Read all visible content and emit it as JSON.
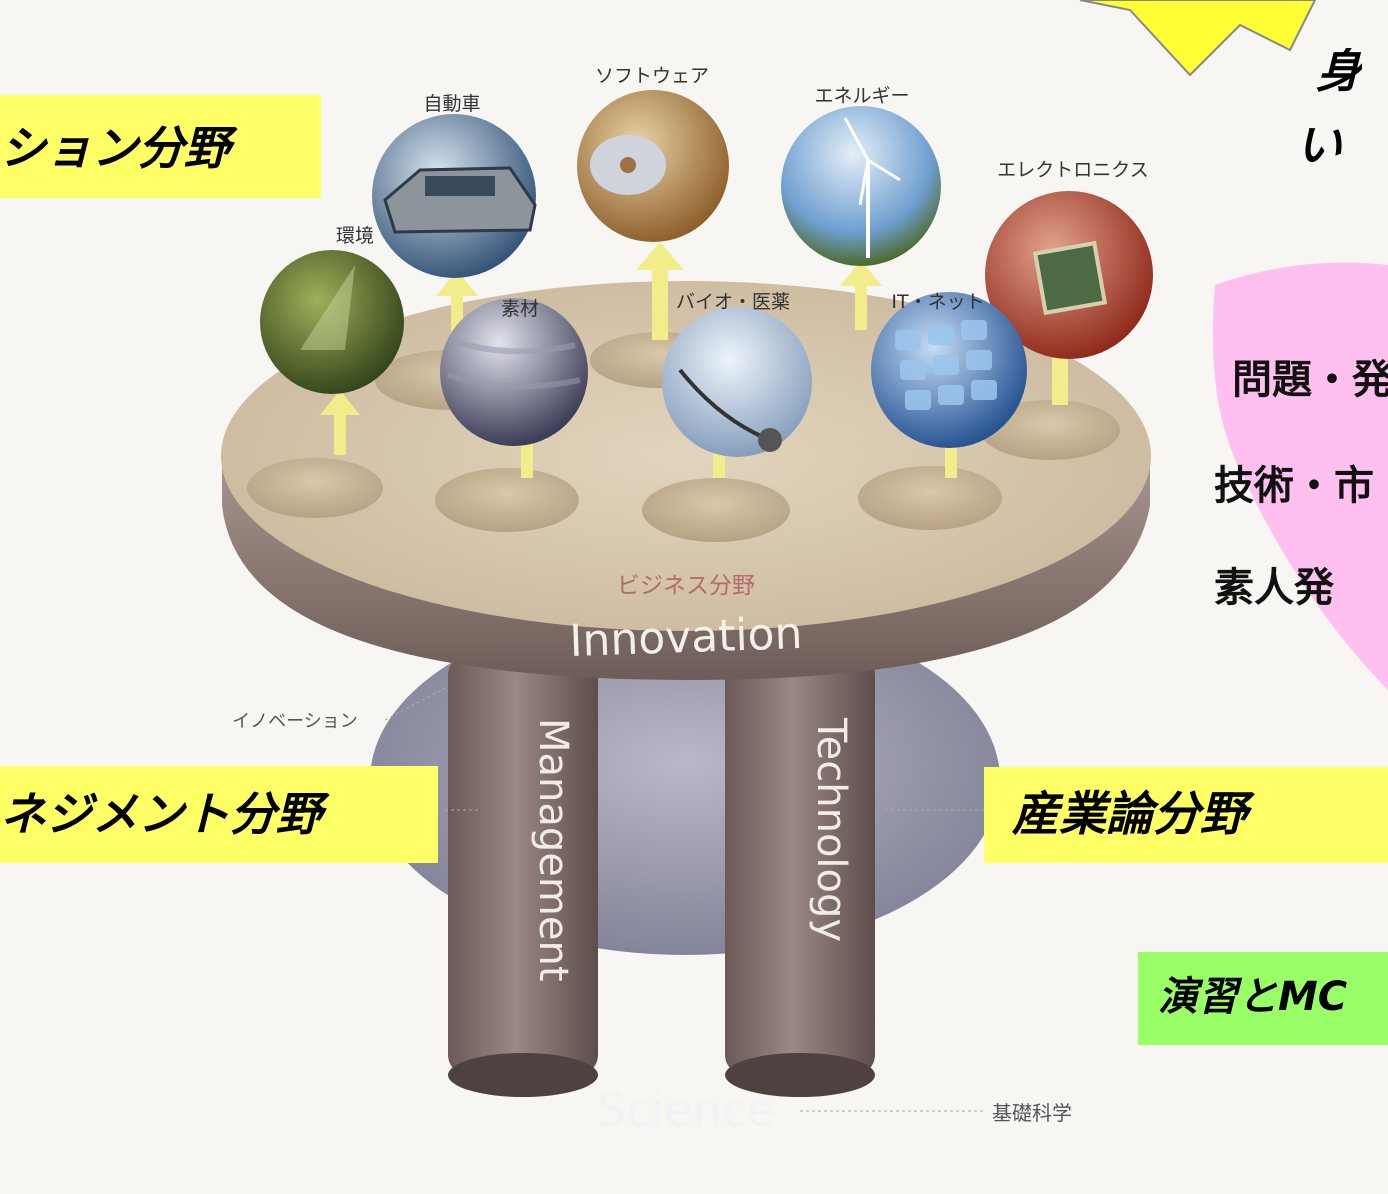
{
  "callouts": {
    "innovation_field": "ション分野",
    "management_field": "ネジメント分野",
    "industry_field": "産業論分野",
    "exercise": "演習とMC"
  },
  "starburst_text": {
    "line1": "身",
    "line2": "い"
  },
  "pink_panel": {
    "line1": "問題・発",
    "line2": "技術・市",
    "line3": "素人発"
  },
  "diagram": {
    "spheres": [
      {
        "label": "環境",
        "icon": "environment-sphere"
      },
      {
        "label": "自動車",
        "icon": "car-sphere"
      },
      {
        "label": "ソフトウェア",
        "icon": "software-cd-sphere"
      },
      {
        "label": "エネルギー",
        "icon": "wind-turbine-sphere"
      },
      {
        "label": "エレクトロニクス",
        "icon": "chip-sphere"
      },
      {
        "label": "素材",
        "icon": "material-sphere"
      },
      {
        "label": "バイオ・医薬",
        "icon": "stethoscope-sphere"
      },
      {
        "label": "IT・ネット",
        "icon": "keyboard-sphere"
      }
    ],
    "platform_label": "ビジネス分野",
    "platform_word": "Innovation",
    "innovation_jp": "イノベーション",
    "pillar_left": "Management",
    "pillar_right": "Technology",
    "base_word": "Science",
    "base_jp": "基礎科学"
  },
  "colors": {
    "callout_yellow": "#ffff66",
    "callout_green": "#99ff66",
    "pink": "#ffc0f0",
    "starburst": "#ffff33",
    "arrow": "#f3ec8a"
  }
}
